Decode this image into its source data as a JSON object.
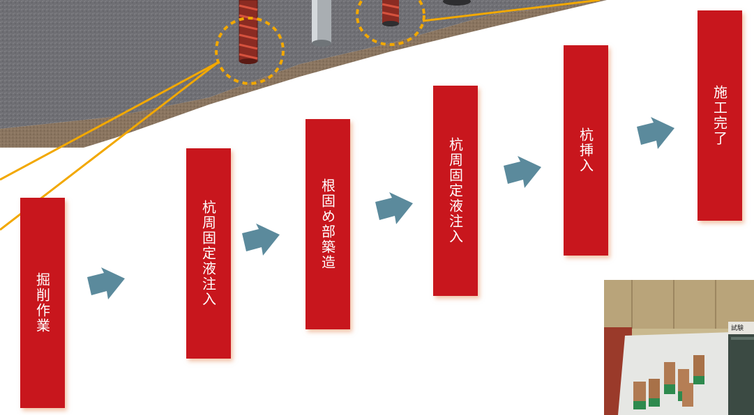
{
  "flow": {
    "steps": [
      {
        "label": "掘削作業"
      },
      {
        "label": "杭周固定液注入"
      },
      {
        "label": "根固め部築造"
      },
      {
        "label": "杭周固定液注入"
      },
      {
        "label": "杭挿入"
      },
      {
        "label": "施工完了"
      }
    ]
  },
  "photo": {
    "board_title": "試験"
  },
  "colors": {
    "step_fill": "#c8161d",
    "arrow_fill": "#5b8a9c",
    "callout_line": "#f2a800"
  }
}
